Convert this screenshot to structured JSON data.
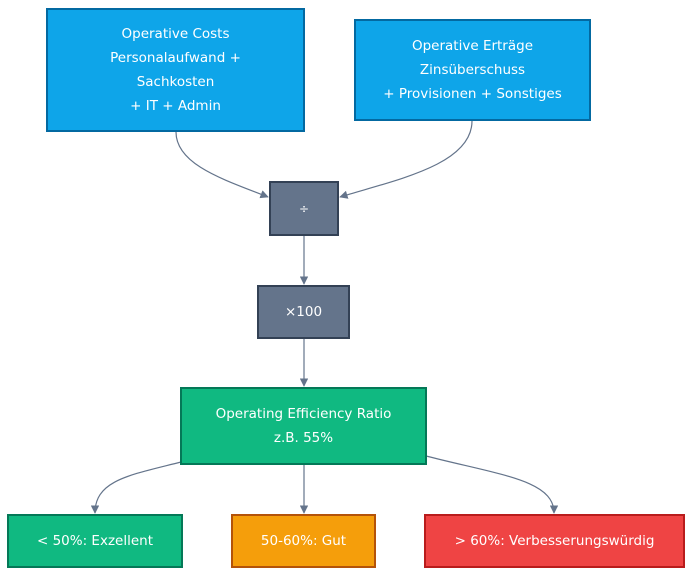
{
  "nodes": {
    "operative_costs": {
      "lines": [
        "Operative Costs",
        "Personalaufwand +",
        "Sachkosten",
        "+ IT + Admin"
      ]
    },
    "operative_income": {
      "lines": [
        "Operative Erträge",
        "Zinsüberschuss",
        "+ Provisionen + Sonstiges"
      ]
    },
    "divide": {
      "label": "÷"
    },
    "multiply": {
      "label": "×100"
    },
    "ratio": {
      "lines": [
        "Operating Efficiency Ratio",
        "z.B. 55%"
      ]
    },
    "excellent": {
      "label": "< 50%: Exzellent"
    },
    "good": {
      "label": "50-60%: Gut"
    },
    "improve": {
      "label": "> 60%: Verbesserungswürdig"
    }
  },
  "colors": {
    "input": "#0ea5e9",
    "operator": "#64748b",
    "result": "#10b981",
    "excellent": "#10b981",
    "good": "#f59e0b",
    "improve": "#ef4444",
    "edge": "#64748b"
  }
}
